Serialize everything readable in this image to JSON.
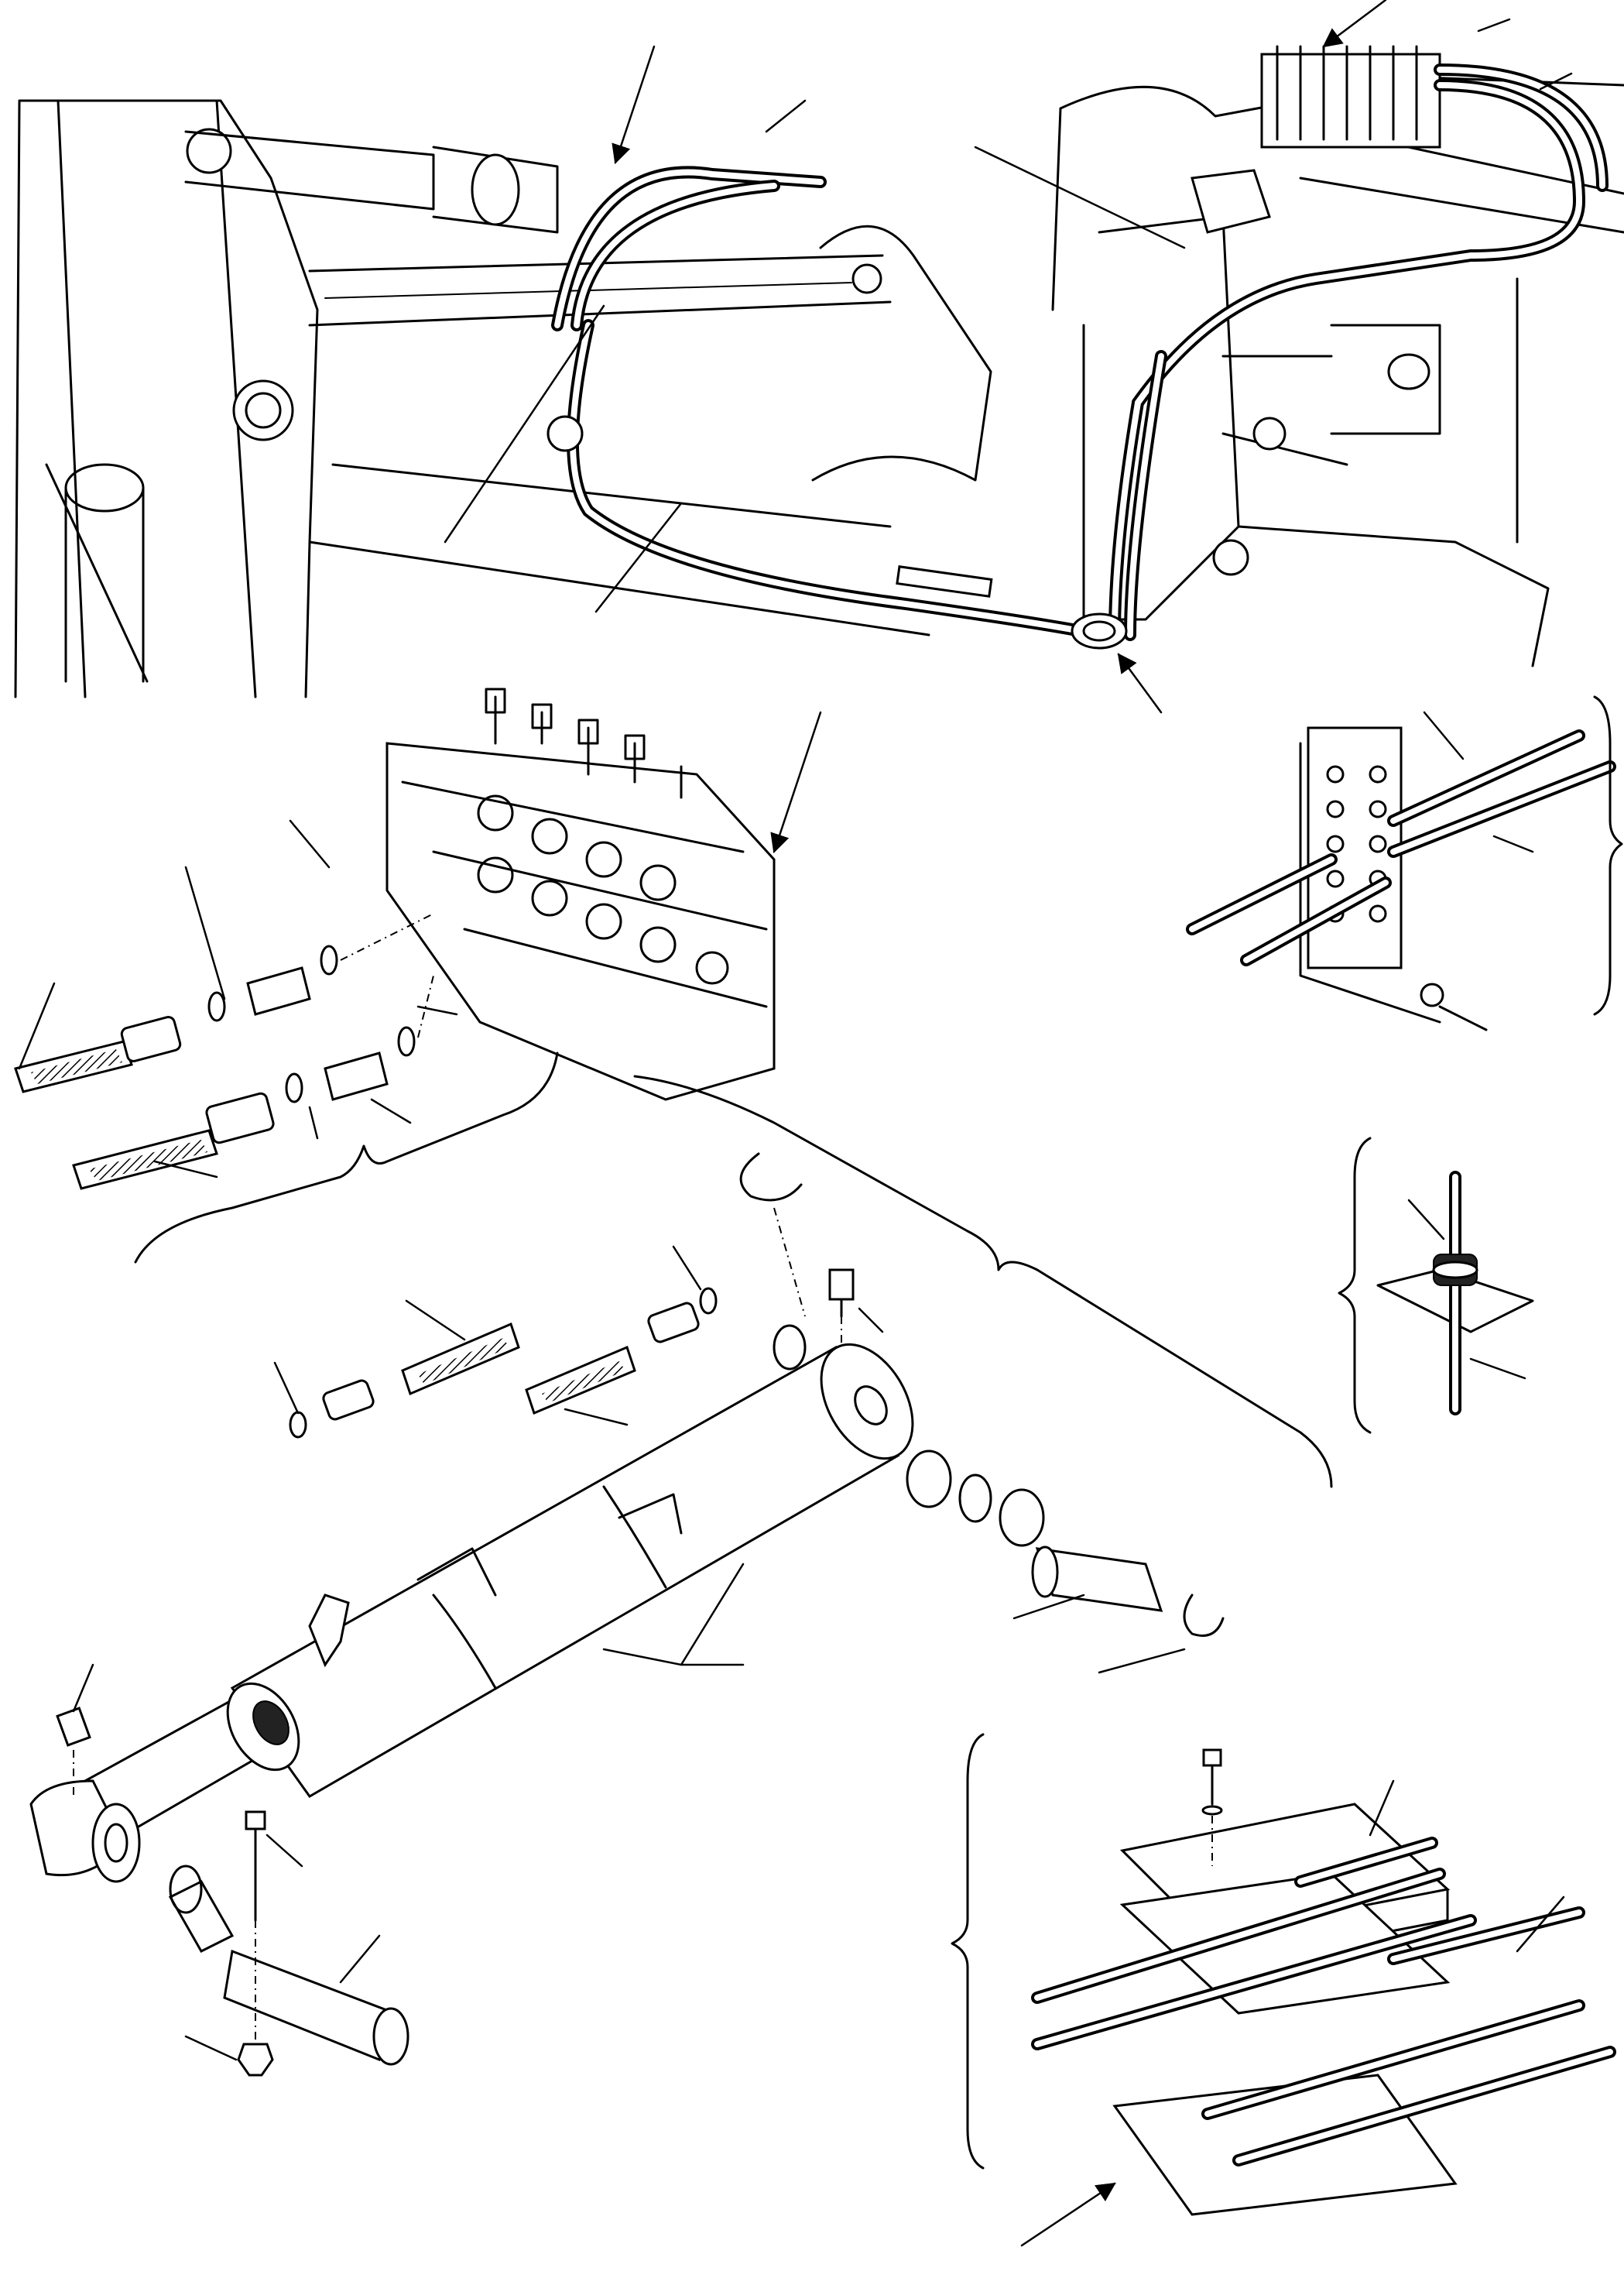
{
  "figure": {
    "views": [
      {
        "id": "boom-hose-routing",
        "labels": []
      },
      {
        "id": "control-valve-fittings",
        "labels": []
      },
      {
        "id": "hose-clamp-plate",
        "labels": []
      },
      {
        "id": "hose-grommet",
        "labels": []
      },
      {
        "id": "hydraulic-cylinder-exploded",
        "labels": []
      },
      {
        "id": "hose-clamp-bracket",
        "labels": []
      }
    ],
    "callout_numbers": []
  }
}
